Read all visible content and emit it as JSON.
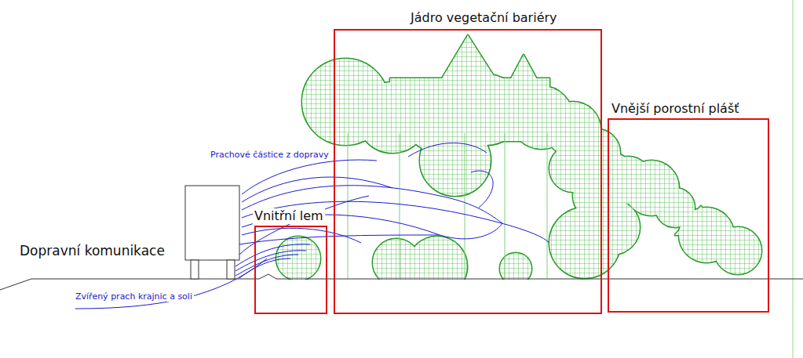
{
  "diagram": {
    "nodes": [
      {
        "text": [
          "Vnitřní lem"
        ]
      },
      {
        "text": [
          "Jádro vegetační bariéry"
        ]
      },
      {
        "text": [
          "Vnější porostní plášť"
        ]
      }
    ],
    "labels": [
      "Dopravní komunikace",
      "Prachové částice z dopravy",
      "Zvířený prach krajnic a soli"
    ]
  }
}
